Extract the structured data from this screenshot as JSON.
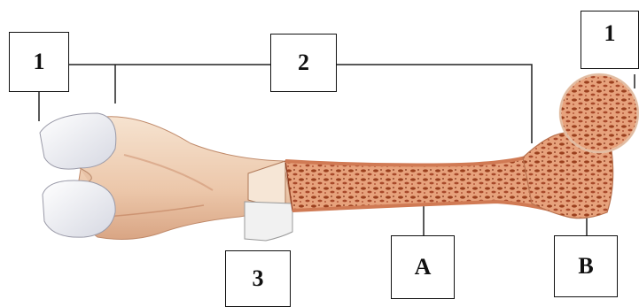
{
  "labels": {
    "top_left": "1",
    "top_middle": "2",
    "top_right": "1",
    "bottom_cut": "3",
    "bottom_middle": "A",
    "bottom_right": "B"
  },
  "colors": {
    "background": "#ffffff",
    "line": "#222222",
    "bone_pale": "#f3ddc8",
    "bone_mid": "#e2b59a",
    "marrow": "#c86a43",
    "marrow_dark": "#8e3b1e",
    "cartilage": "#e9eaf0"
  }
}
